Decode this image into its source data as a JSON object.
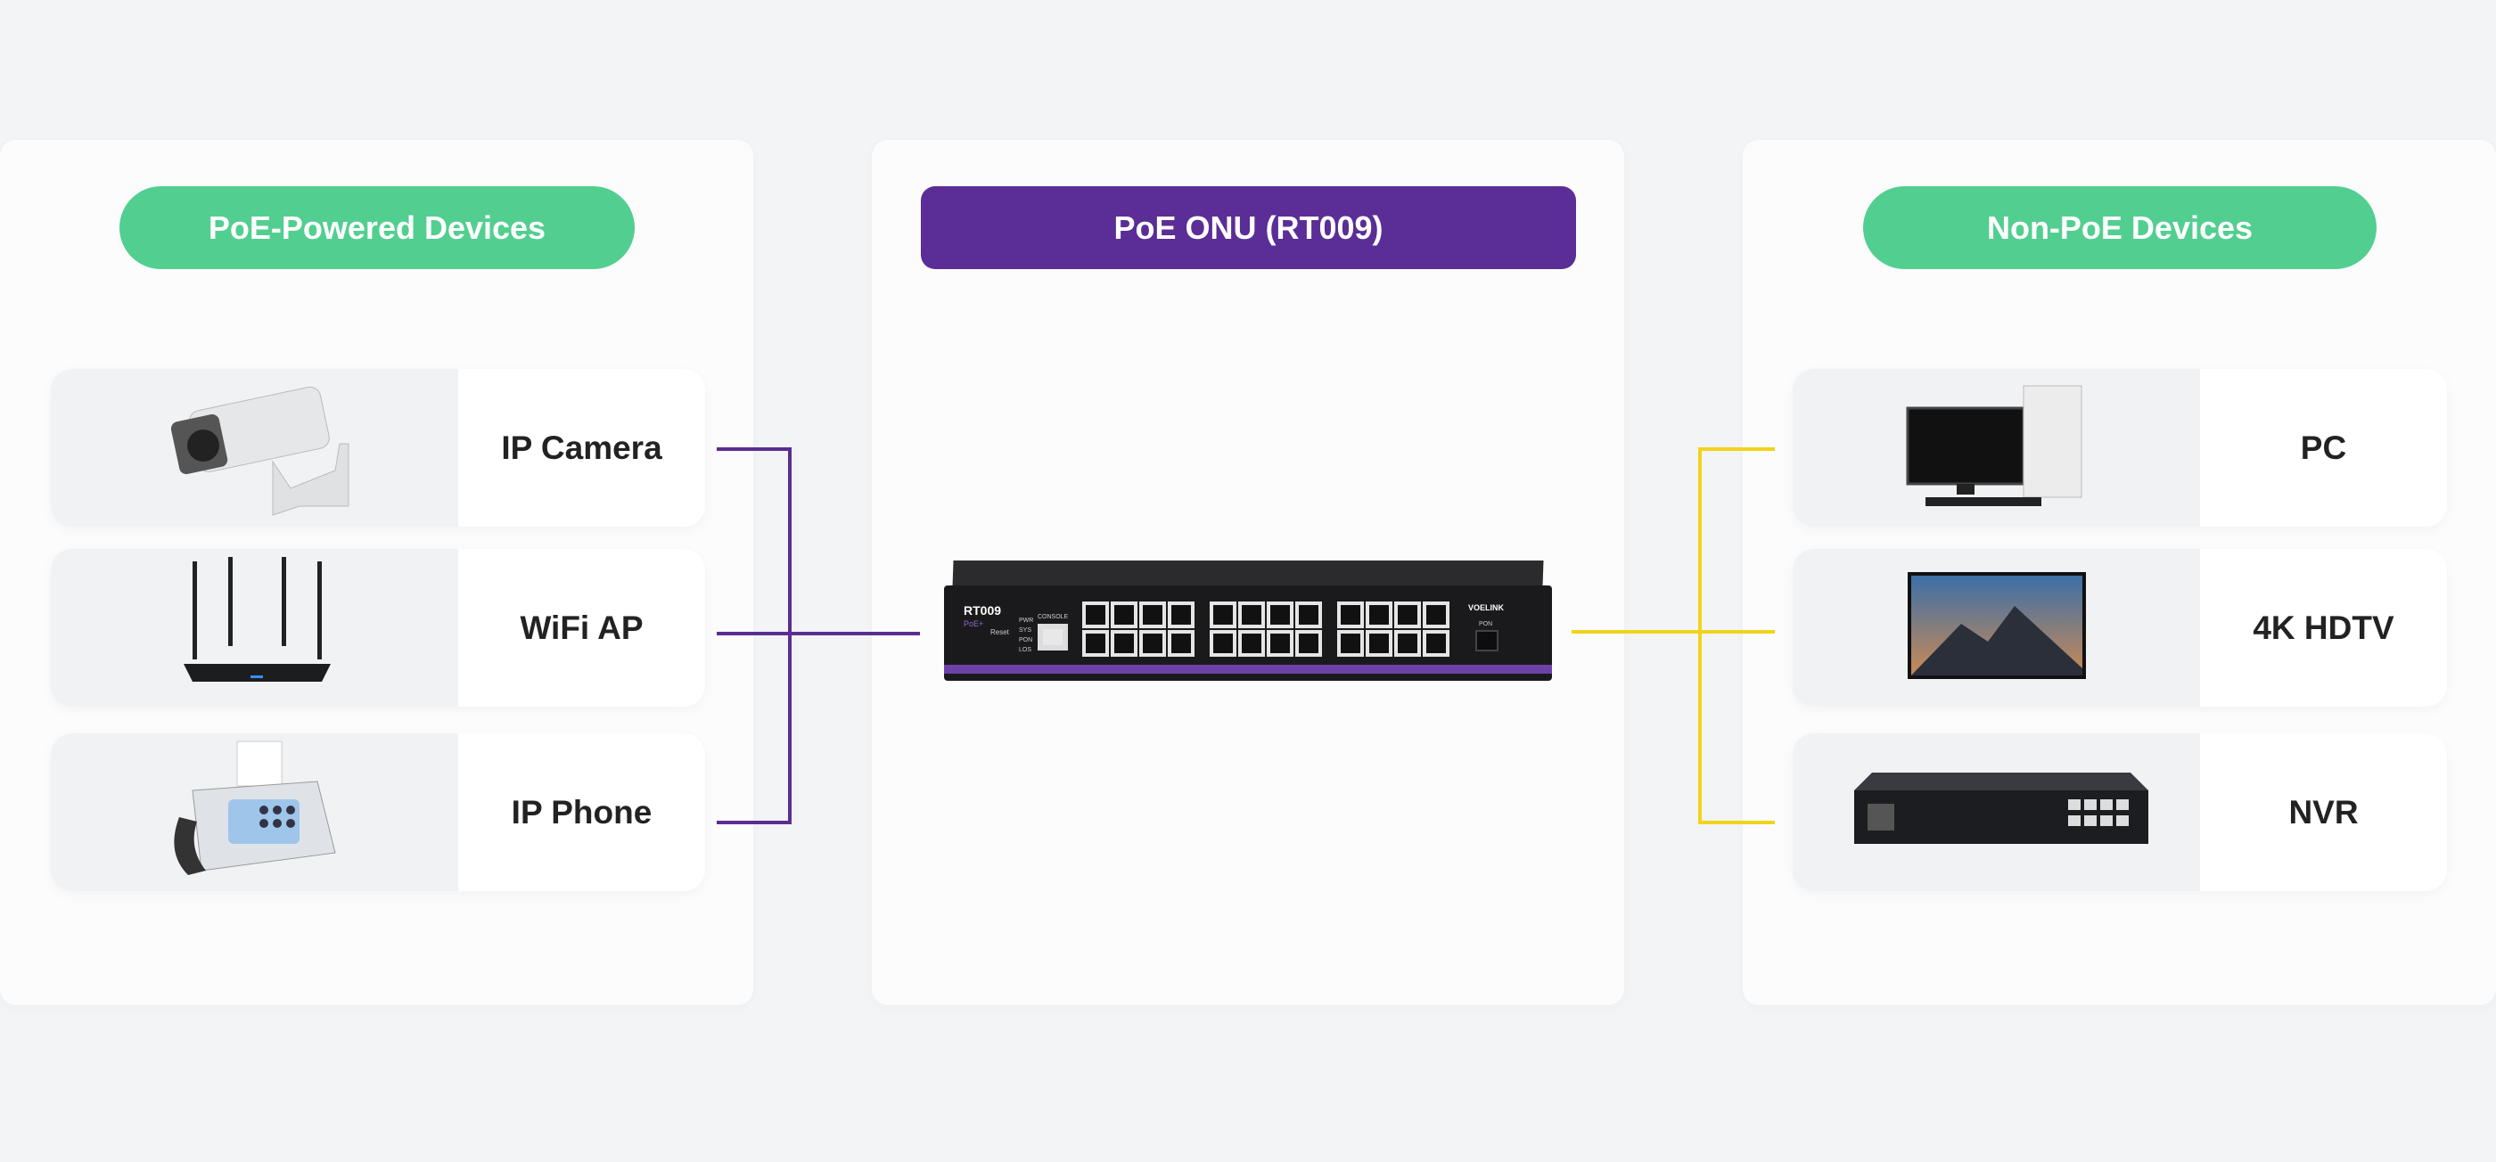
{
  "left": {
    "title": "PoE-Powered Devices",
    "items": [
      {
        "label": "IP Camera",
        "icon": "ip-camera-icon"
      },
      {
        "label": "WiFi AP",
        "icon": "wifi-router-icon"
      },
      {
        "label": "IP Phone",
        "icon": "ip-phone-icon"
      }
    ]
  },
  "center": {
    "title": "PoE ONU (RT009)",
    "device": {
      "model": "RT009",
      "sub": "PoE+",
      "brand": "VOELINK",
      "console": "CONSOLE",
      "reset": "Reset",
      "pon": "PON",
      "leds": [
        "PWR",
        "SYS",
        "PON",
        "LOS"
      ]
    }
  },
  "right": {
    "title": "Non-PoE Devices",
    "items": [
      {
        "label": "PC",
        "icon": "pc-icon"
      },
      {
        "label": "4K HDTV",
        "icon": "tv-icon"
      },
      {
        "label": "NVR",
        "icon": "nvr-icon"
      }
    ]
  },
  "colors": {
    "poe_green": "#52cf90",
    "onu_purple": "#5b2d96",
    "poe_line": "#5b2d91",
    "non_poe_line": "#f2d31b"
  }
}
